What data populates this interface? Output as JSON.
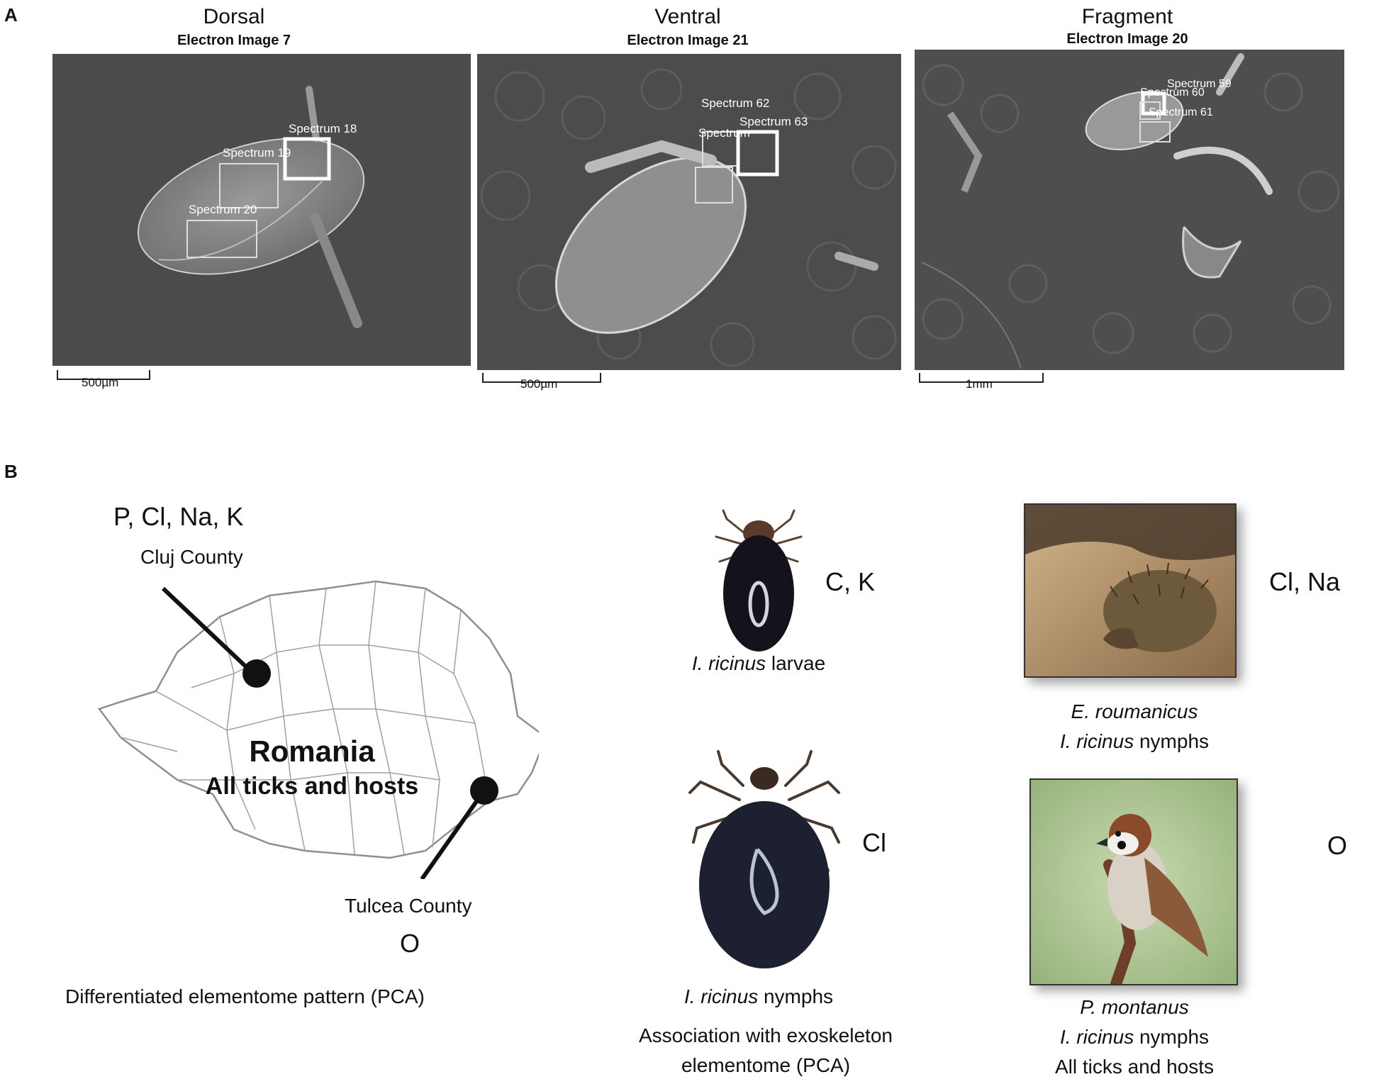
{
  "panelA": {
    "letter": "A",
    "images": [
      {
        "title": "Dorsal",
        "subtitle": "Electron Image 7",
        "scale": "500µm",
        "spectra": [
          "Spectrum 18",
          "Spectrum 19",
          "Spectrum 20"
        ]
      },
      {
        "title": "Ventral",
        "subtitle": "Electron Image 21",
        "scale": "500µm",
        "spectra": [
          "Spectrum 62",
          "Spectrum 63",
          "Spectrum"
        ]
      },
      {
        "title": "Fragment",
        "subtitle": "Electron Image 20",
        "scale": "1mm",
        "spectra": [
          "Spectrum 59",
          "Spectrum 60",
          "Spectrum 61"
        ]
      }
    ]
  },
  "panelB": {
    "letter": "B",
    "map": {
      "cluj_elements": "P, Cl, Na, K",
      "cluj_label": "Cluj County",
      "country": "Romania",
      "country_sub": "All ticks and hosts",
      "tulcea_label": "Tulcea County",
      "tulcea_elements": "O",
      "caption": "Differentiated elementome  pattern (PCA)"
    },
    "ticks": {
      "larvae_elements": "C, K",
      "larvae_species": "I. ricinus",
      "larvae_stage": "larvae",
      "nymph_elements": "Cl",
      "nymph_species": "I. ricinus",
      "nymph_stage": "nymphs",
      "assoc_line1": "Association with  exoskeleton",
      "assoc_line2": "elementome  (PCA)"
    },
    "hosts": {
      "hedgehog_elements": "Cl, Na",
      "hedgehog_species": "E. roumanicus",
      "hedgehog_tick_species": "I. ricinus",
      "hedgehog_tick_stage": "nymphs",
      "sparrow_elements": "O",
      "sparrow_species": "P. montanus",
      "sparrow_tick_species": "I. ricinus",
      "sparrow_tick_stage": "nymphs",
      "sparrow_extra": "All ticks and hosts"
    }
  }
}
